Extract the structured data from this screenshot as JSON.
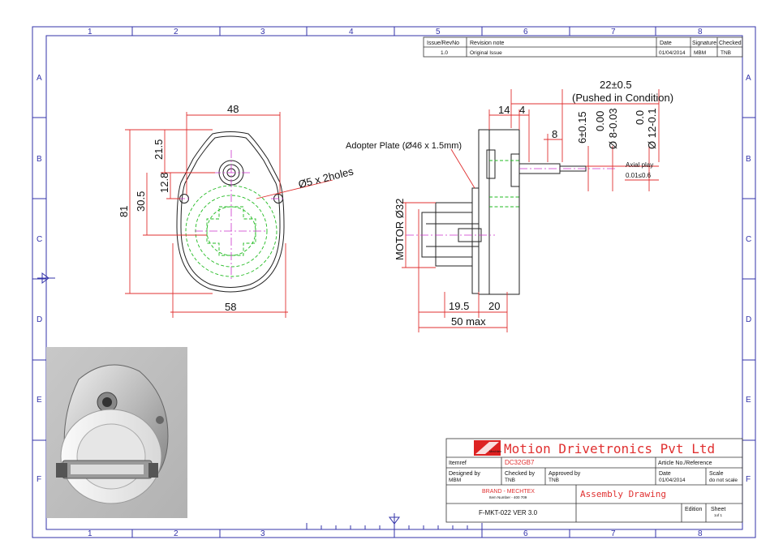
{
  "zones": {
    "columns": [
      "1",
      "2",
      "3",
      "4",
      "5",
      "6",
      "7",
      "8"
    ],
    "rows": [
      "A",
      "B",
      "C",
      "D",
      "E",
      "F"
    ]
  },
  "revision_table": {
    "headers": [
      "Issue/RevNo",
      "Revision note",
      "Date",
      "Signature",
      "Checked"
    ],
    "row": [
      "1.0",
      "Original Issue",
      "01/04/2014",
      "MBM",
      "TNB"
    ]
  },
  "dimensions": {
    "front": {
      "width_top": "48",
      "width_bottom": "58",
      "height_total": "81",
      "height_upper": "21.5",
      "offset": "12.8",
      "center_height": "30.5",
      "holes": "Ø5 x 2holes"
    },
    "side": {
      "total_length": "22±0.5",
      "condition": "(Pushed in Condition)",
      "dim_14": "14",
      "dim_4": "4",
      "dim_8": "8",
      "shaft_flat": "6±0.15",
      "shaft_dia_a": "0.00",
      "shaft_dia_b": "Ø 8-0.03",
      "boss_dia_a": "0.0",
      "boss_dia_b": "Ø 12-0.1",
      "axial_play_label": "Axial play",
      "axial_play_value": "0.01≤0.6",
      "adopter_plate": "Adopter Plate (Ø46 x 1.5mm)",
      "motor": "MOTOR Ø32",
      "dim_19_5": "19.5",
      "dim_20": "20",
      "max_length": "50 max"
    }
  },
  "title_block": {
    "company": "Motion Drivetronics Pvt Ltd",
    "logo_text": "Mechtex",
    "itemref_label": "Itemref",
    "itemref_value": "DC32GB7",
    "article_label": "Article No./Reference",
    "designed_by_label": "Designed by",
    "designed_by_value": "MBM",
    "checked_by_label": "Checked by",
    "checked_by_value": "TNB",
    "approved_by_label": "Approved by",
    "approved_by_value": "TNB",
    "date_label": "Date",
    "date_value": "01/04/2014",
    "scale_label": "Scale",
    "scale_value": "do not scale",
    "brand": "BRAND - MECHTEX",
    "item_number": "Item Number - 400 709",
    "drawing_title": "Assembly Drawing",
    "doc_number": "F-MKT-022 VER 3.0",
    "edition_label": "Edition",
    "sheet_label": "Sheet",
    "sheet_value": "1of 1"
  },
  "colors": {
    "frame": "#3333aa",
    "dimension": "#e03030",
    "hidden_line": "#22bb22",
    "center_line": "#cc33cc",
    "company_text": "#e03030"
  }
}
